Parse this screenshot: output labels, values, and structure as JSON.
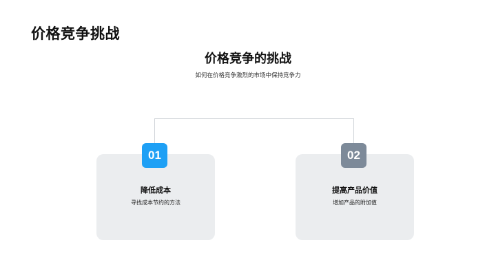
{
  "slide": {
    "title": "价格竞争挑战"
  },
  "diagram": {
    "title": "价格竞争的挑战",
    "subtitle": "如何在价格竞争激烈的市场中保持竞争力",
    "colors": {
      "badge_1": "#1ea0f5",
      "badge_2": "#7d8a99",
      "card_bg": "#ebedef",
      "connector": "#cfd3d8"
    },
    "items": [
      {
        "number": "01",
        "title": "降低成本",
        "description": "寻找成本节约的方法"
      },
      {
        "number": "02",
        "title": "提高产品价值",
        "description": "增加产品的附加值"
      }
    ]
  }
}
